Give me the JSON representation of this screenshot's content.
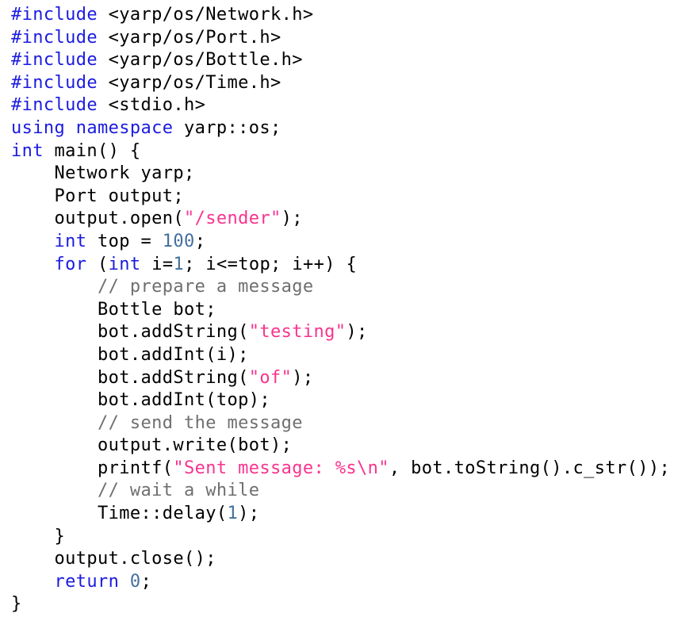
{
  "palette": {
    "background": "#ffffff",
    "plain": "#000000",
    "keyword": "#1b1be0",
    "string": "#f8348e",
    "number": "#44709d",
    "comment": "#6f6f6f"
  },
  "code": {
    "language": "cpp",
    "lines": [
      [
        {
          "t": "kw",
          "s": "#include"
        },
        {
          "t": "plain",
          "s": " <yarp/os/Network.h>"
        }
      ],
      [
        {
          "t": "kw",
          "s": "#include"
        },
        {
          "t": "plain",
          "s": " <yarp/os/Port.h>"
        }
      ],
      [
        {
          "t": "kw",
          "s": "#include"
        },
        {
          "t": "plain",
          "s": " <yarp/os/Bottle.h>"
        }
      ],
      [
        {
          "t": "kw",
          "s": "#include"
        },
        {
          "t": "plain",
          "s": " <yarp/os/Time.h>"
        }
      ],
      [
        {
          "t": "kw",
          "s": "#include"
        },
        {
          "t": "plain",
          "s": " <stdio.h>"
        }
      ],
      [
        {
          "t": "kw",
          "s": "using namespace"
        },
        {
          "t": "plain",
          "s": " yarp::os;"
        }
      ],
      [
        {
          "t": "kw",
          "s": "int"
        },
        {
          "t": "plain",
          "s": " main() {"
        }
      ],
      [
        {
          "t": "plain",
          "s": "    Network yarp;"
        }
      ],
      [
        {
          "t": "plain",
          "s": "    Port output;"
        }
      ],
      [
        {
          "t": "plain",
          "s": "    output.open("
        },
        {
          "t": "str",
          "s": "\"/sender\""
        },
        {
          "t": "plain",
          "s": ");"
        }
      ],
      [
        {
          "t": "plain",
          "s": "    "
        },
        {
          "t": "kw",
          "s": "int"
        },
        {
          "t": "plain",
          "s": " top = "
        },
        {
          "t": "num",
          "s": "100"
        },
        {
          "t": "plain",
          "s": ";"
        }
      ],
      [
        {
          "t": "plain",
          "s": "    "
        },
        {
          "t": "kw",
          "s": "for"
        },
        {
          "t": "plain",
          "s": " ("
        },
        {
          "t": "kw",
          "s": "int"
        },
        {
          "t": "plain",
          "s": " i="
        },
        {
          "t": "num",
          "s": "1"
        },
        {
          "t": "plain",
          "s": "; i<=top; i++) {"
        }
      ],
      [
        {
          "t": "cmt",
          "s": "        // prepare a message"
        }
      ],
      [
        {
          "t": "plain",
          "s": "        Bottle bot;"
        }
      ],
      [
        {
          "t": "plain",
          "s": "        bot.addString("
        },
        {
          "t": "str",
          "s": "\"testing\""
        },
        {
          "t": "plain",
          "s": ");"
        }
      ],
      [
        {
          "t": "plain",
          "s": "        bot.addInt(i);"
        }
      ],
      [
        {
          "t": "plain",
          "s": "        bot.addString("
        },
        {
          "t": "str",
          "s": "\"of\""
        },
        {
          "t": "plain",
          "s": ");"
        }
      ],
      [
        {
          "t": "plain",
          "s": "        bot.addInt(top);"
        }
      ],
      [
        {
          "t": "cmt",
          "s": "        // send the message"
        }
      ],
      [
        {
          "t": "plain",
          "s": "        output.write(bot);"
        }
      ],
      [
        {
          "t": "plain",
          "s": "        printf("
        },
        {
          "t": "str",
          "s": "\"Sent message: %s\\n\""
        },
        {
          "t": "plain",
          "s": ", bot.toString().c_str());"
        }
      ],
      [
        {
          "t": "cmt",
          "s": "        // wait a while"
        }
      ],
      [
        {
          "t": "plain",
          "s": "        Time::delay("
        },
        {
          "t": "num",
          "s": "1"
        },
        {
          "t": "plain",
          "s": ");"
        }
      ],
      [
        {
          "t": "plain",
          "s": "    }"
        }
      ],
      [
        {
          "t": "plain",
          "s": "    output.close();"
        }
      ],
      [
        {
          "t": "plain",
          "s": "    "
        },
        {
          "t": "kw",
          "s": "return"
        },
        {
          "t": "plain",
          "s": " "
        },
        {
          "t": "num",
          "s": "0"
        },
        {
          "t": "plain",
          "s": ";"
        }
      ],
      [
        {
          "t": "plain",
          "s": "}"
        }
      ]
    ]
  }
}
